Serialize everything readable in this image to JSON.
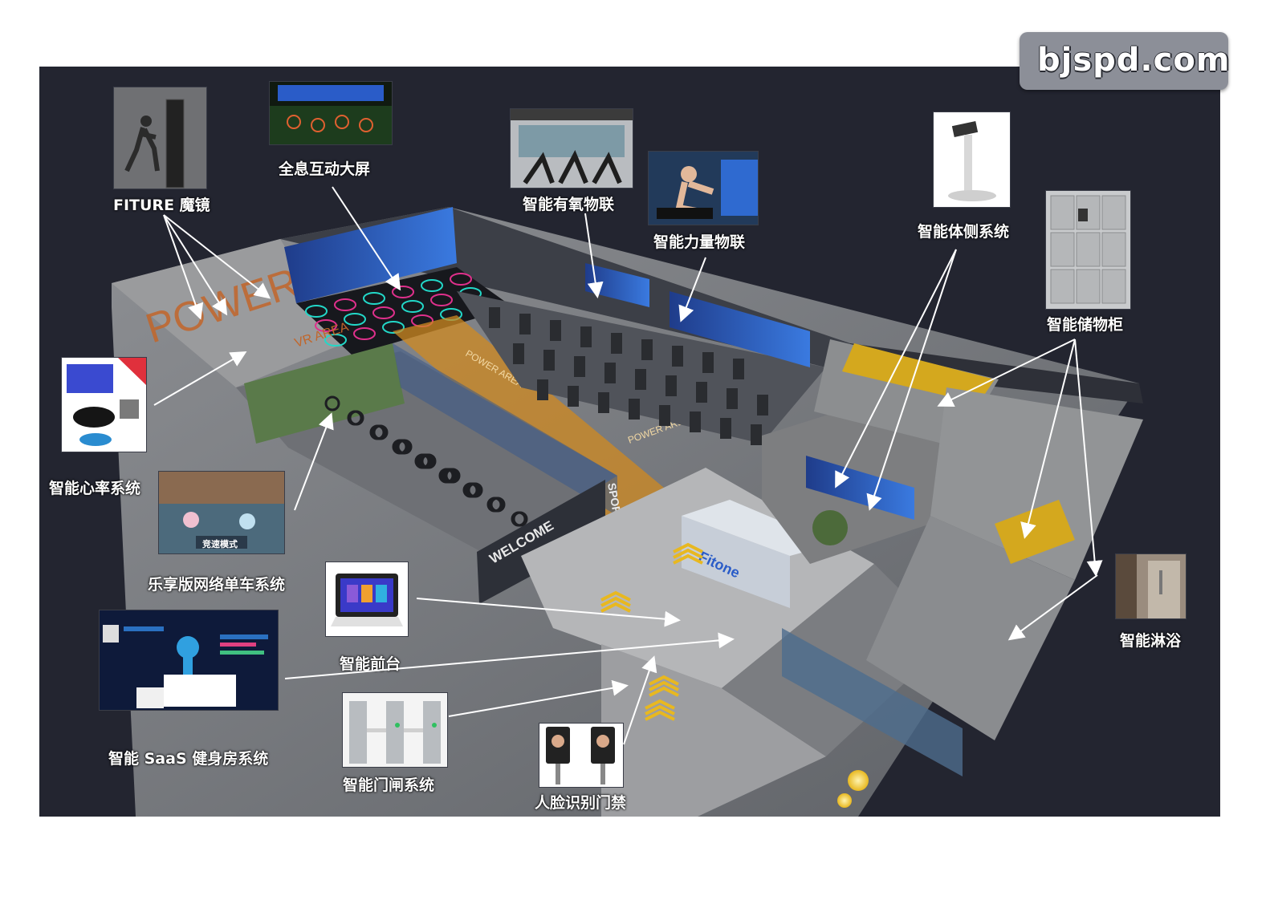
{
  "watermark": "bjspd.com",
  "labels": {
    "fiture": "FITURE 魔镜",
    "holo_screen": "全息互动大屏",
    "aerobic": "智能有氧物联",
    "strength": "智能力量物联",
    "body_test": "智能体侧系统",
    "locker": "智能储物柜",
    "heart_rate": "智能心率系统",
    "bike": "乐享版网络单车系统",
    "front_desk": "智能前台",
    "saas": "智能 SaaS 健身房系统",
    "gate": "智能门闸系统",
    "face": "人脸识别门禁",
    "shower": "智能淋浴"
  },
  "scene_text": {
    "floor_power": "POWER",
    "floor_vr": "VR AREA",
    "floor_power_area": "POWER AREA",
    "floor_power_area_2": "POWER AREA",
    "welcome_wall": "WELCOME",
    "sports_wall": "SPORTS",
    "brand_wall": "Fitone"
  },
  "thumb_text": {
    "bike_mode": "竞速模式"
  },
  "colors": {
    "panel_bg": "#232530",
    "label_text": "#ffffff",
    "arrow": "#ffffff",
    "accent_yellow": "#e8b820",
    "neon_teal": "#22d8c8",
    "neon_pink": "#e0308c",
    "screen_blue": "#2a5cc8"
  }
}
